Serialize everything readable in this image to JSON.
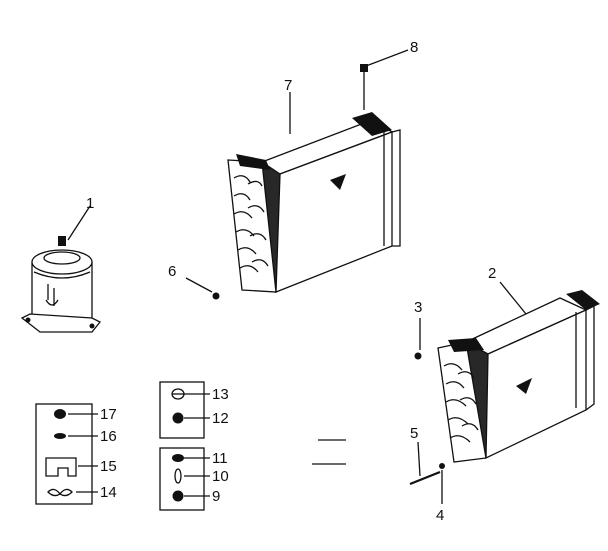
{
  "diagram": {
    "callouts": {
      "p1": "1",
      "p2": "2",
      "p3": "3",
      "p4": "4",
      "p5": "5",
      "p6": "6",
      "p7": "7",
      "p8": "8",
      "p9": "9",
      "p10": "10",
      "p11": "11",
      "p12": "12",
      "p13": "13",
      "p14": "14",
      "p15": "15",
      "p16": "16",
      "p17": "17"
    },
    "icons": [
      "compressor-icon",
      "evaporator-coil-icon",
      "condenser-coil-icon",
      "screw-icon",
      "washer-icon",
      "grommet-icon",
      "tube-icon",
      "mount-kit-icon",
      "overload-kit-icon"
    ]
  }
}
